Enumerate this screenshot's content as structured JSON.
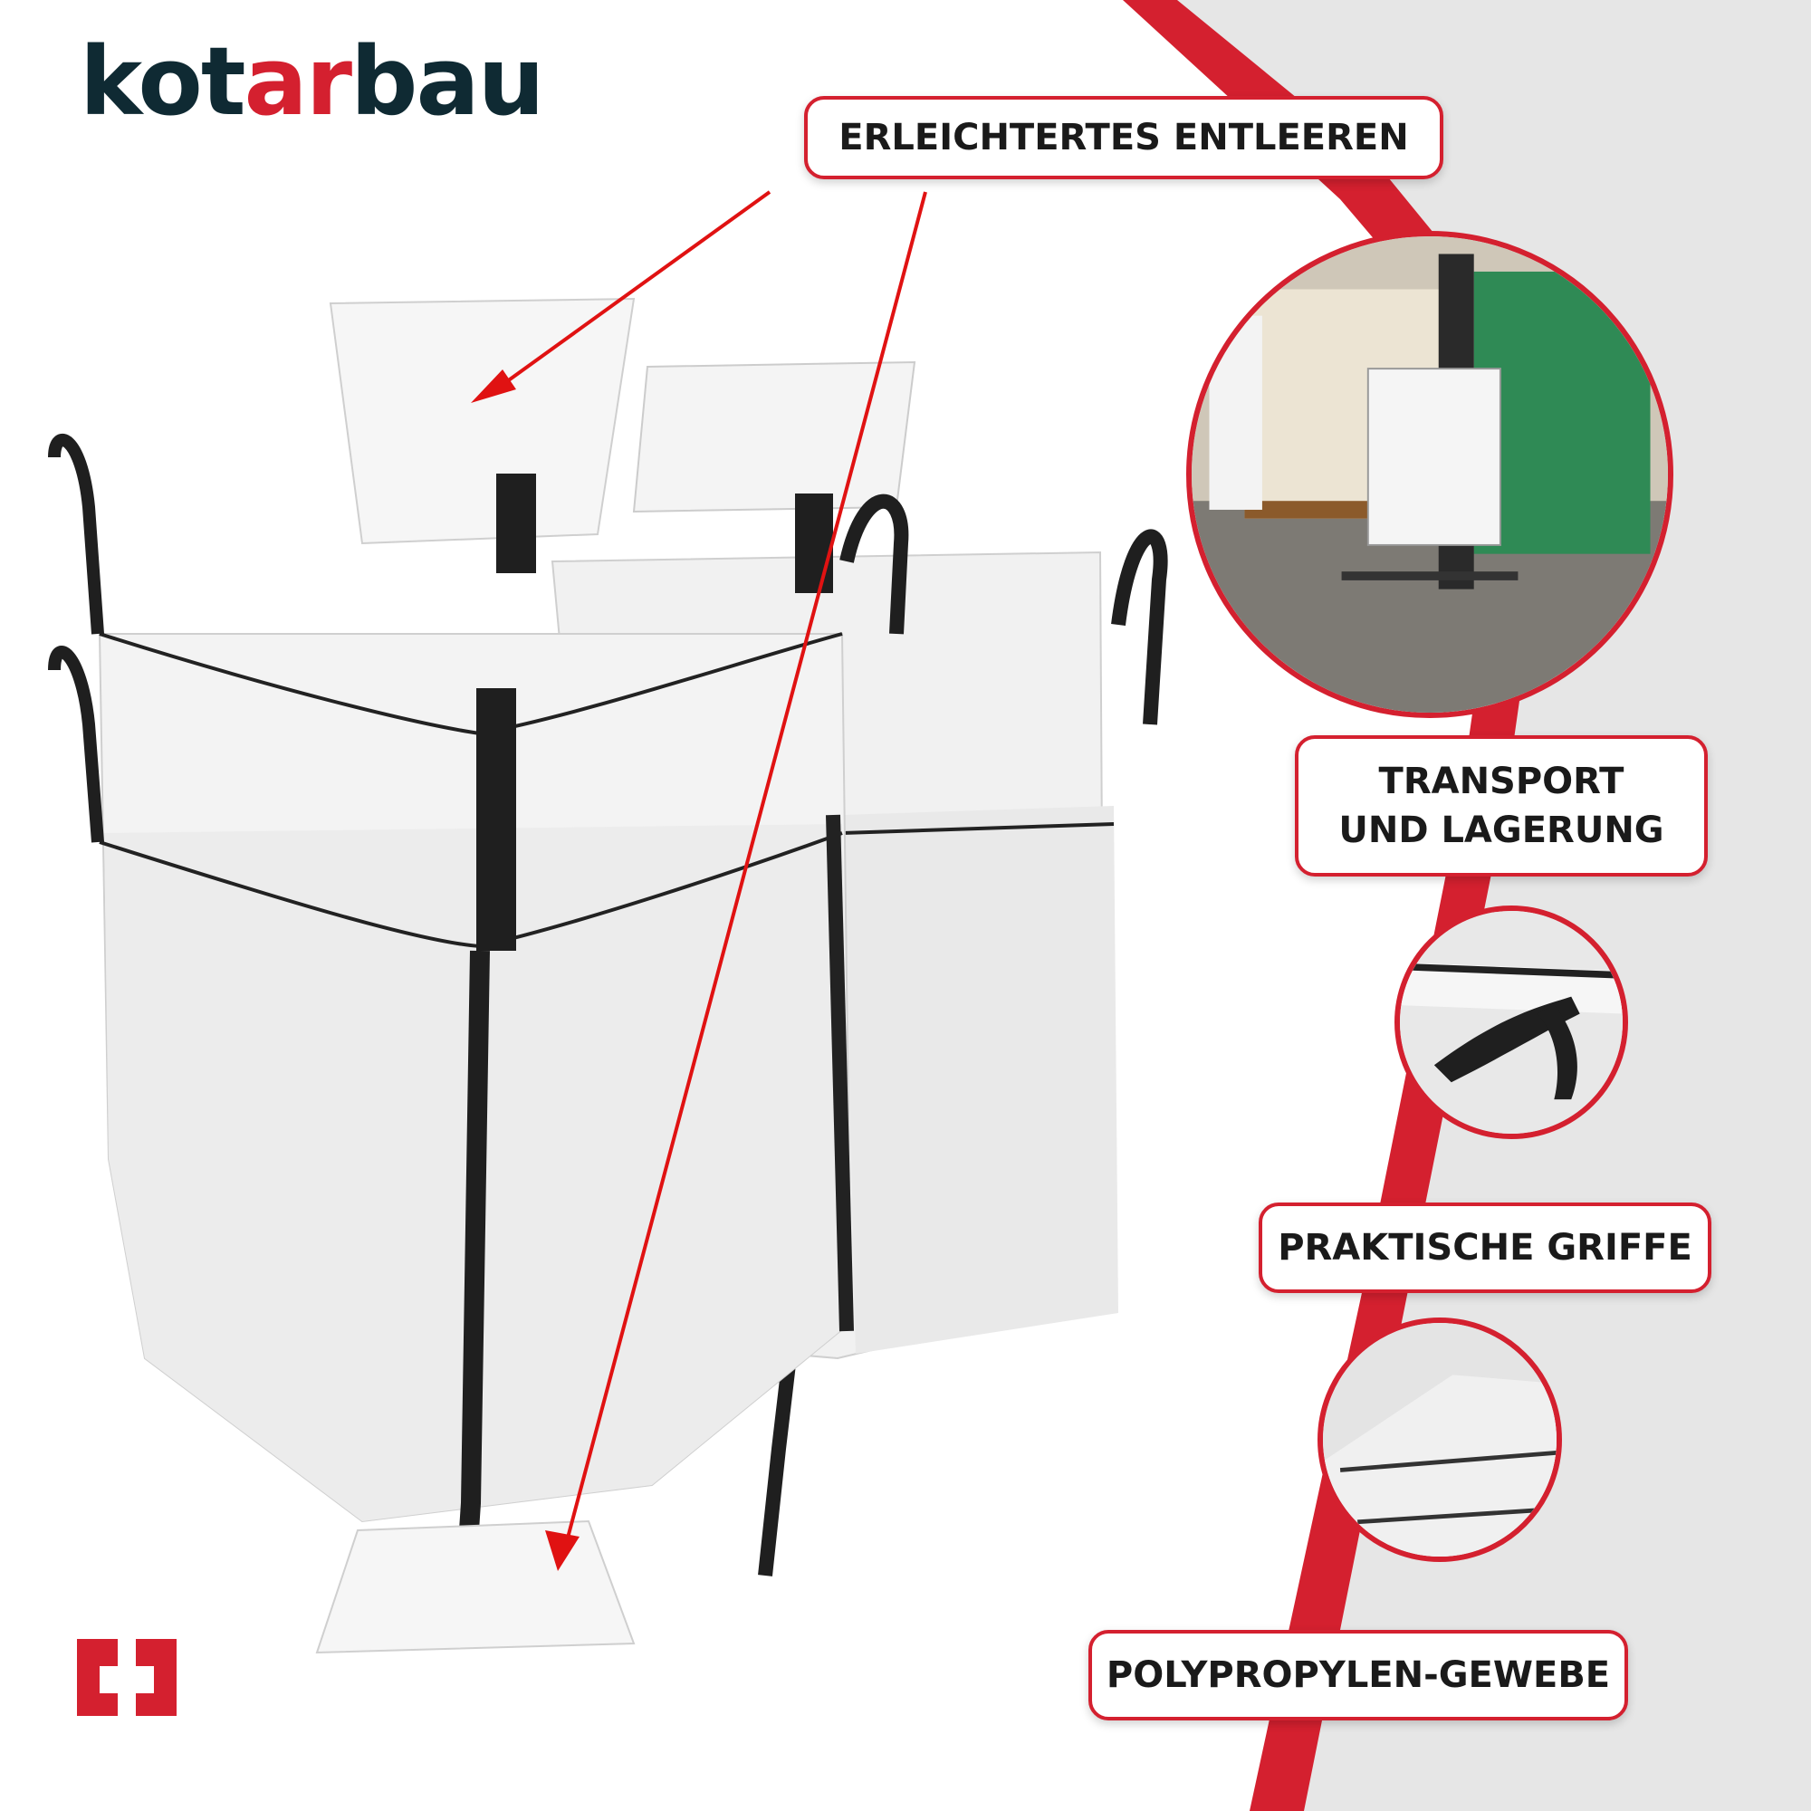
{
  "brand": {
    "logo_part1": "kot",
    "logo_part2": "ar",
    "logo_part3": "bau",
    "accent_color": "#d4202f",
    "text_color": "#0f2a33"
  },
  "labels": {
    "emptying": "ERLEICHTERTES ENTLEEREN",
    "transport_line1": "TRANSPORT",
    "transport_line2": "UND LAGERUNG",
    "handles": "PRAKTISCHE GRIFFE",
    "fabric": "POLYPROPYLEN-GEWEBE"
  },
  "icons": {
    "product": "big-bag-icon",
    "warehouse": "forklift-photo",
    "handle_detail": "strap-loop-detail",
    "fabric_detail": "woven-fabric-detail",
    "corner_logo": "brand-mark-icon"
  }
}
